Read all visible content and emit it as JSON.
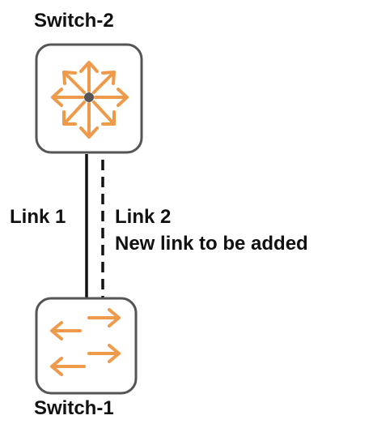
{
  "diagram": {
    "switch_top": {
      "label": "Switch-2",
      "icon": "l3-switch-arrows-icon"
    },
    "switch_bottom": {
      "label": "Switch-1",
      "icon": "l2-switch-arrows-icon"
    },
    "link1": {
      "label": "Link 1",
      "style": "solid"
    },
    "link2": {
      "label": "Link 2",
      "description": "New link to be added",
      "style": "dashed"
    },
    "colors": {
      "device_border": "#555555",
      "device_fill": "#ffffff",
      "icon_orange": "#ee9a4a",
      "icon_center": "#555555",
      "link": "#111111",
      "text": "#111111"
    }
  }
}
